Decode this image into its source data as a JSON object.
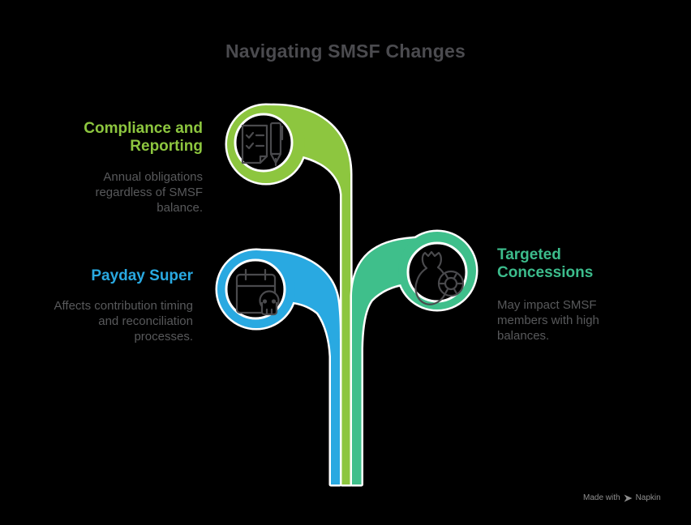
{
  "title": "Navigating SMSF Changes",
  "colors": {
    "green": "#8dc63f",
    "blue": "#29a9e1",
    "emerald": "#3fbf8b",
    "icon_stroke": "#4a4a4d",
    "title_text": "#4b4b4f",
    "body_text": "#58595b",
    "outline": "#ffffff",
    "background": "#000000",
    "watermark_text": "#8e8e8e"
  },
  "branches": [
    {
      "id": "compliance",
      "heading": "Compliance and Reporting",
      "body": "Annual obligations regardless of SMSF balance.",
      "color": "#8dc63f",
      "icon": "checklist-pen"
    },
    {
      "id": "payday-super",
      "heading": "Payday Super",
      "body": "Affects contribution timing and reconciliation processes.",
      "color": "#29a9e1",
      "icon": "calendar-skull"
    },
    {
      "id": "targeted-concessions",
      "heading": "Targeted Concessions",
      "body": "May impact SMSF members with high balances.",
      "color": "#3fbf8b",
      "icon": "money-bag-coin"
    }
  ],
  "watermark": {
    "prefix": "Made with",
    "brand": "Napkin"
  }
}
